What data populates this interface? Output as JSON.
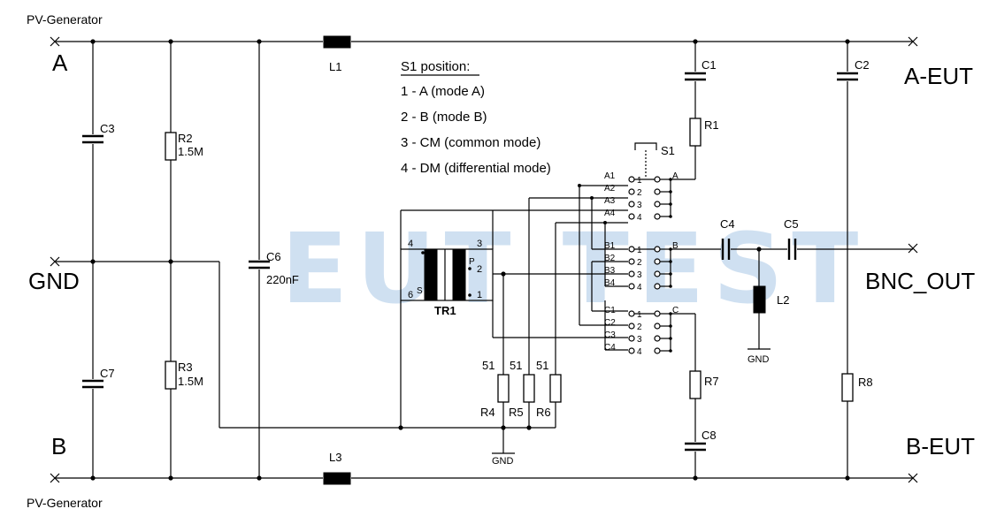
{
  "watermark": "EUT TEST",
  "ports": {
    "pv_generator_top": "PV-Generator",
    "pv_generator_bottom": "PV-Generator",
    "a": "A",
    "gnd": "GND",
    "b": "B",
    "a_eut": "A-EUT",
    "bnc_out": "BNC_OUT",
    "b_eut": "B-EUT"
  },
  "components": {
    "L1": "L1",
    "L2": "L2",
    "L3": "L3",
    "C1": "C1",
    "C2": "C2",
    "C3": "C3",
    "C4": "C4",
    "C5": "C5",
    "C6": "C6",
    "C6_value": "220nF",
    "C7": "C7",
    "C8": "C8",
    "R1": "R1",
    "R2": "R2",
    "R2_value": "1.5M",
    "R3": "R3",
    "R3_value": "1.5M",
    "R4": "R4",
    "R5": "R5",
    "R6": "R6",
    "R4_value": "51",
    "R5_value": "51",
    "R6_value": "51",
    "R7": "R7",
    "R8": "R8",
    "TR1": "TR1",
    "S1": "S1",
    "gnd_l2": "GND",
    "gnd_r": "GND"
  },
  "transformer_pins": {
    "p4": "4",
    "p3": "3",
    "p2": "2",
    "p6": "6",
    "p1": "1",
    "s": "S",
    "p": "P"
  },
  "switch": {
    "groups": [
      {
        "common": "A",
        "rows": [
          "A1",
          "A2",
          "A3",
          "A4"
        ]
      },
      {
        "common": "B",
        "rows": [
          "B1",
          "B2",
          "B3",
          "B4"
        ]
      },
      {
        "common": "C",
        "rows": [
          "C1",
          "C2",
          "C3",
          "C4"
        ]
      }
    ],
    "positions": [
      "1",
      "2",
      "3",
      "4"
    ]
  },
  "legend": {
    "title": "S1 position:",
    "items": [
      "1 - A (mode A)",
      "2 - B (mode B)",
      "3 - CM  (common mode)",
      "4 - DM (differential mode)"
    ]
  }
}
